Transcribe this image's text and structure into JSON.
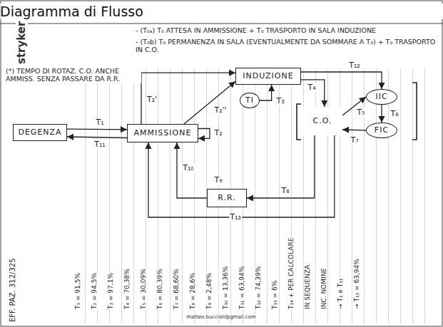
{
  "diagram": {
    "title": "Diagramma di Flusso",
    "nodes": [
      {
        "text": [
          "INDUZIONE"
        ]
      },
      {
        "text": [
          "TI"
        ]
      },
      {
        "text": [
          "IIC"
        ]
      },
      {
        "text": [
          "C.O."
        ]
      },
      {
        "text": [
          "DEGENZA"
        ]
      },
      {
        "text": [
          "AMMISSIONE"
        ]
      },
      {
        "text": [
          "FIC"
        ]
      },
      {
        "text": [
          "R.R."
        ]
      }
    ],
    "edges": [
      {
        "from": 4,
        "to": 5,
        "label": "T₁",
        "arrow": "to"
      },
      {
        "from": 5,
        "to": 4,
        "label": "T₁₁",
        "arrow": "to"
      },
      {
        "from": 5,
        "to": 5,
        "label": "T₂",
        "arrow": "to"
      },
      {
        "from": 5,
        "to": 0,
        "label": "T₂'",
        "arrow": "to"
      },
      {
        "from": 5,
        "to": 0,
        "label": "T₂''",
        "arrow": "to"
      },
      {
        "from": 1,
        "to": 0,
        "label": "T₃",
        "arrow": "to"
      },
      {
        "from": 0,
        "to": 3,
        "label": "T₄",
        "arrow": "to"
      },
      {
        "from": 0,
        "to": 2,
        "label": "T₁₂",
        "arrow": "to"
      },
      {
        "from": 3,
        "to": 2,
        "label": "T₅",
        "arrow": "to"
      },
      {
        "from": 2,
        "to": 6,
        "label": "T₆",
        "arrow": "to"
      },
      {
        "from": 6,
        "to": 3,
        "label": "T₇",
        "arrow": "to"
      },
      {
        "from": 3,
        "to": 7,
        "label": "T₈",
        "arrow": "to"
      },
      {
        "from": 7,
        "to": 5,
        "label": "T₁₀",
        "arrow": "to"
      },
      {
        "from": 3,
        "to": 5,
        "label": "T₁₃",
        "arrow": "to"
      }
    ],
    "labels": [
      "stryker",
      "- (T₀ₐ) T₀ ATTESA IN AMMISSIONE + T₀ TRASPORTO IN SALA INDUZIONE",
      "- (T₀b) T₀ PERMANENZA IN SALA (EVENTUALMENTE DA SOMMARE A T₃) + T₀ TRASPORTO IN C.O.",
      "(*) TEMPO DI ROTAZ. C.O. ANCHE AMMISS. SENZA PASSARE DA R.R.",
      "T₉",
      "EFF. PAZ. 312/325",
      "T₁ = 91,5%",
      "T₂ = 94,5%",
      "T₃ = 97,1%",
      "T₄ = 70,38%",
      "T₅ = 30,09%",
      "T₆ = 80,39%",
      "T₇ = 68,60%",
      "T₈ = 28,6%",
      "T₉ = 2,48%",
      "T₁₀ = 13,36%",
      "T₁₁ = 63,94%",
      "T₁₂ = 74,39%",
      "T₁₃ = 6%",
      "T₁₄ + PER CALCOLARE",
      "IN SEQUENZA",
      "INC. NOMINE",
      "→ T₁ e T₁₁",
      "→ T₁₂ = 63,94%",
      "matteo.buccioli@gmail.com"
    ]
  }
}
